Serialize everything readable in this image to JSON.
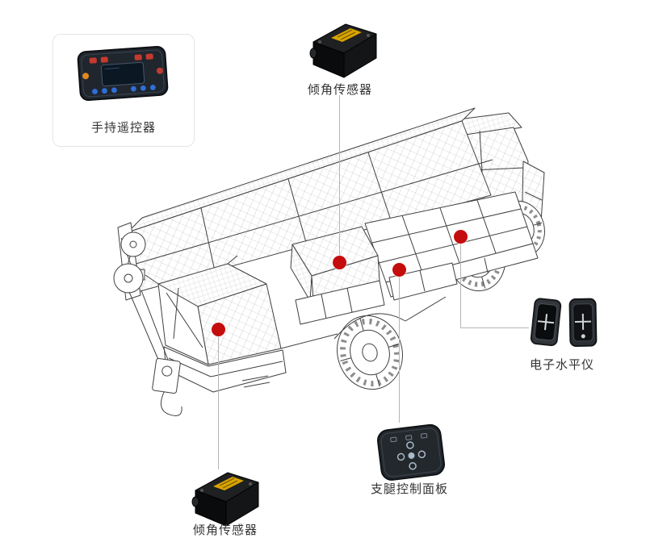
{
  "colors": {
    "marker": "#c50d0d",
    "connector": "#b5b5b5",
    "label": "#333333",
    "callout_border": "#e4e4e4",
    "sensor_accent": "#d9a400"
  },
  "labels": {
    "remote_control": "手持遥控器",
    "tilt_sensor_top": "倾角传感器",
    "electronic_level": "电子水平仪",
    "outrigger_panel": "支腿控制面板",
    "tilt_sensor_bottom": "倾角传感器"
  },
  "icons": {
    "remote_control": "remote-control-device",
    "tilt_sensor": "tilt-sensor-device",
    "electronic_level": "electronic-level-device",
    "outrigger_panel": "outrigger-control-panel-device",
    "crane": "wireframe-crane-illustration",
    "marker": "red-mount-point-dot"
  },
  "markers": {
    "count": 4
  }
}
